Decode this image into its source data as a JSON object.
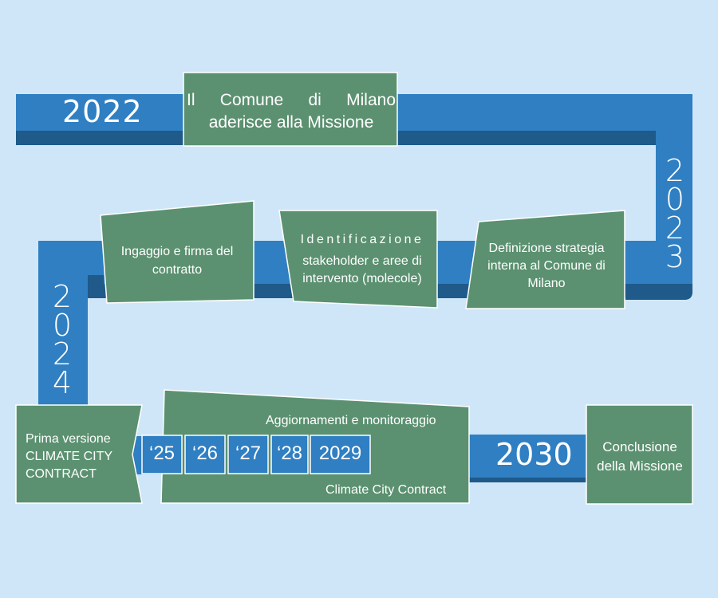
{
  "colors": {
    "background": "#cfe6f8",
    "timeline_blue": "#2f7fc2",
    "timeline_dark": "#1f5a8a",
    "box_green": "#5b9170",
    "border": "#ffffff"
  },
  "years": {
    "y2022": "2022",
    "y2023": "2\n0\n2\n3",
    "y2024": "2\n0\n2\n4",
    "y2030": "2030"
  },
  "boxes": {
    "adhesion": "Il Comune di Milano aderisce alla Missione",
    "engagement": "Ingaggio e firma del contratto",
    "identification_title": "Identificazione",
    "identification_body": "stakeholder e aree di intervento (molecole)",
    "strategy": "Definizione strategia interna al Comune di Milano",
    "first_version": "Prima versione CLIMATE CITY CONTRACT",
    "updates_top": "Aggiornamenti e monitoraggio",
    "updates_bottom": "Climate City Contract",
    "conclusion": "Conclusione della Missione"
  },
  "update_years": [
    "‘25",
    "‘26",
    "‘27",
    "‘28",
    "2029"
  ]
}
